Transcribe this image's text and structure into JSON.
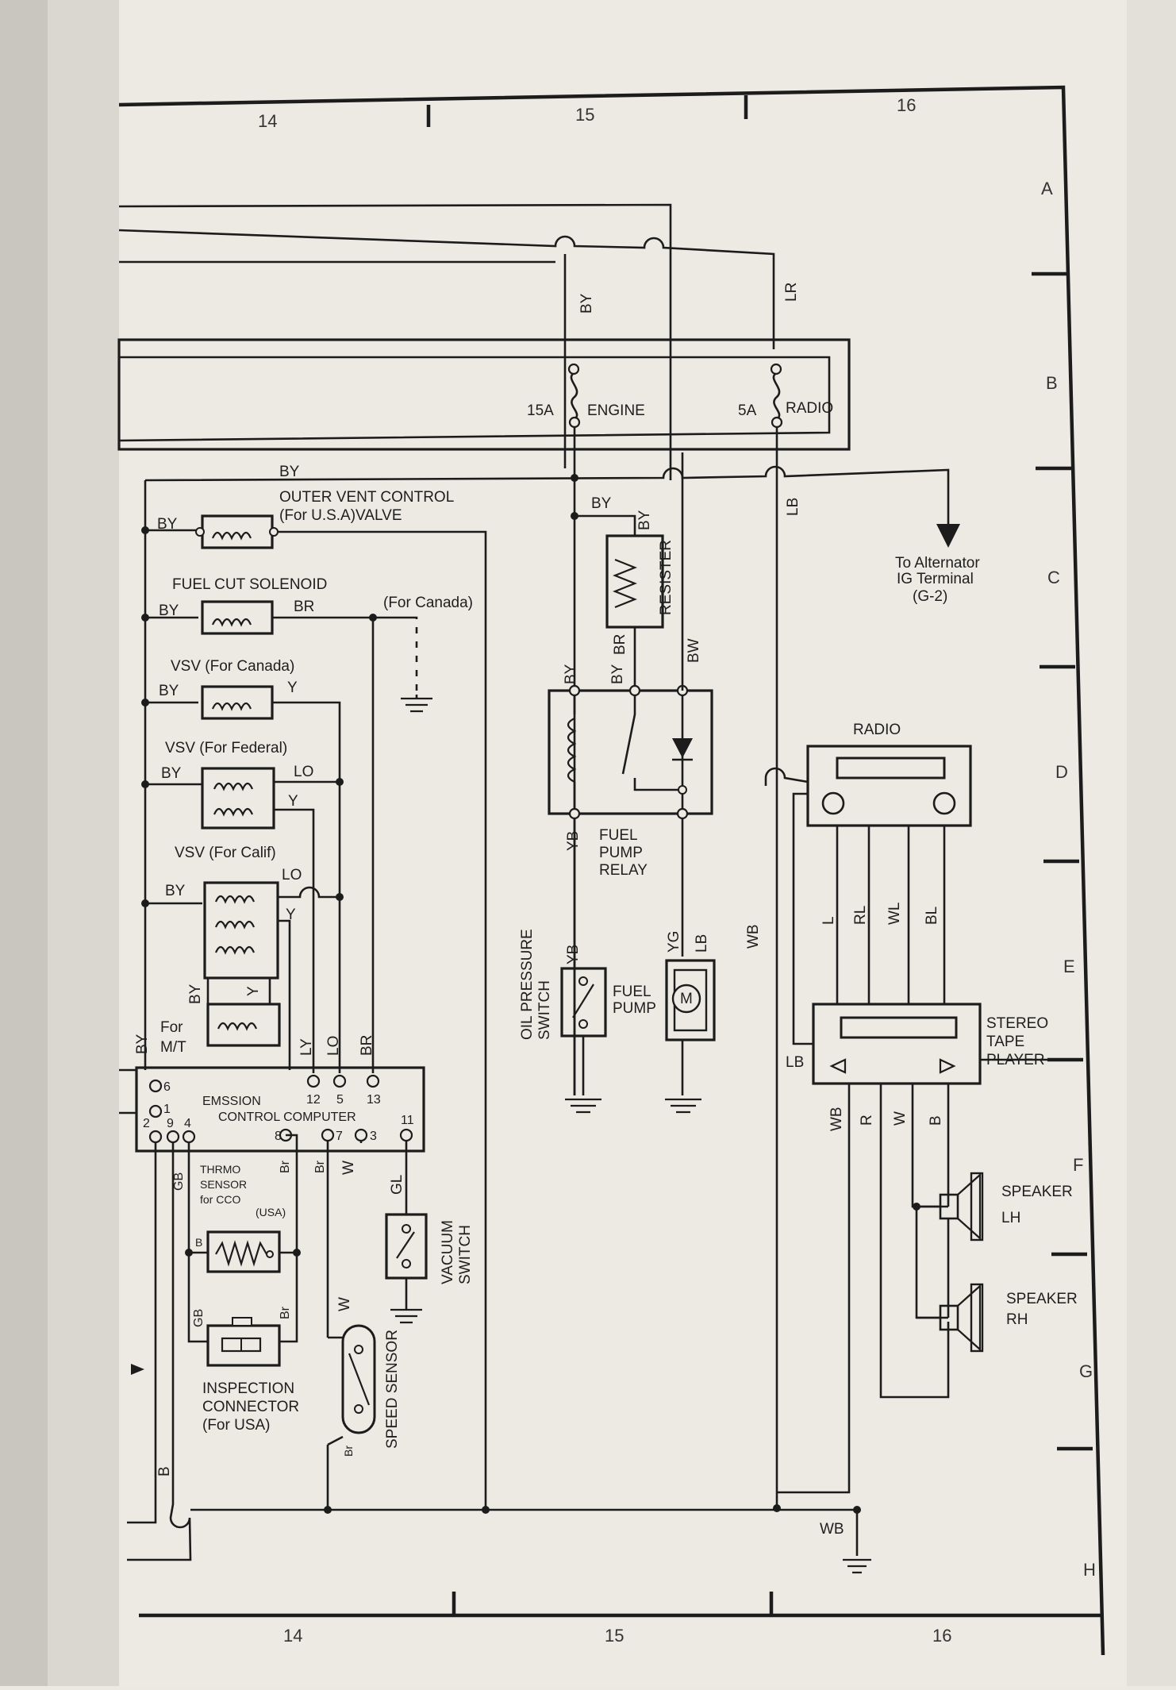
{
  "grid": {
    "columns": [
      "14",
      "15",
      "16"
    ],
    "rows": [
      "A",
      "B",
      "C",
      "D",
      "E",
      "F",
      "G",
      "H"
    ]
  },
  "fuses": {
    "engine": {
      "rating": "15A",
      "name": "ENGINE"
    },
    "radio": {
      "rating": "5A",
      "name": "RADIO"
    }
  },
  "wires": {
    "by": "BY",
    "lr": "LR",
    "lb": "LB",
    "br": "BR",
    "bw": "BW",
    "yb": "YB",
    "yg": "YG",
    "wb": "WB",
    "y": "Y",
    "lo": "LO",
    "ly": "LY",
    "l": "L",
    "rl": "RL",
    "wl": "WL",
    "bl": "BL",
    "r": "R",
    "w": "W",
    "b": "B",
    "gb": "GB",
    "gl": "GL",
    "br_small": "Br"
  },
  "components": {
    "outer_vent": {
      "line1": "OUTER  VENT  CONTROL",
      "line2": "(For U.S.A)VALVE"
    },
    "fuel_cut": {
      "label": "FUEL  CUT  SOLENOID",
      "canada": "(For Canada)"
    },
    "vsv_canada": "VSV  (For Canada)",
    "vsv_federal": "VSV  (For Federal)",
    "vsv_calif": "VSV  (For Calif)",
    "for_mt": {
      "line1": "For",
      "line2": "M/T"
    },
    "ecu": {
      "line1": "EMSSION",
      "line2": "CONTROL  COMPUTER"
    },
    "ecu_pins": {
      "p6": "6",
      "p1": "1",
      "p2": "2",
      "p9": "9",
      "p4": "4",
      "p12": "12",
      "p5": "5",
      "p13": "13",
      "p8": "8",
      "p7": "7",
      "p3": "3",
      "p11": "11"
    },
    "thermo": {
      "line1": "THRMO",
      "line2": "SENSOR",
      "line3": "for CCO",
      "usa": "(USA)"
    },
    "inspection": {
      "line1": "INSPECTION",
      "line2": "CONNECTOR",
      "line3": "(For USA)"
    },
    "speed_sensor": "SPEED SENSOR",
    "vacuum_switch": {
      "line1": "VACUUM",
      "line2": "SWITCH"
    },
    "resister": "RESISTER",
    "fuel_pump_relay": {
      "line1": "FUEL",
      "line2": "PUMP",
      "line3": "RELAY"
    },
    "oil_pressure": {
      "line1": "OIL  PRESSURE",
      "line2": "SWITCH"
    },
    "fuel_pump": {
      "line1": "FUEL",
      "line2": "PUMP",
      "motor": "M"
    },
    "alternator": {
      "line1": "To  Alternator",
      "line2": "IG  Terminal",
      "line3": "(G-2)"
    },
    "radio": "RADIO",
    "stereo": {
      "line1": "STEREO",
      "line2": "TAPE",
      "line3": "PLAYER"
    },
    "speaker_lh": {
      "line1": "SPEAKER",
      "line2": "LH"
    },
    "speaker_rh": {
      "line1": "SPEAKER",
      "line2": "RH"
    }
  }
}
